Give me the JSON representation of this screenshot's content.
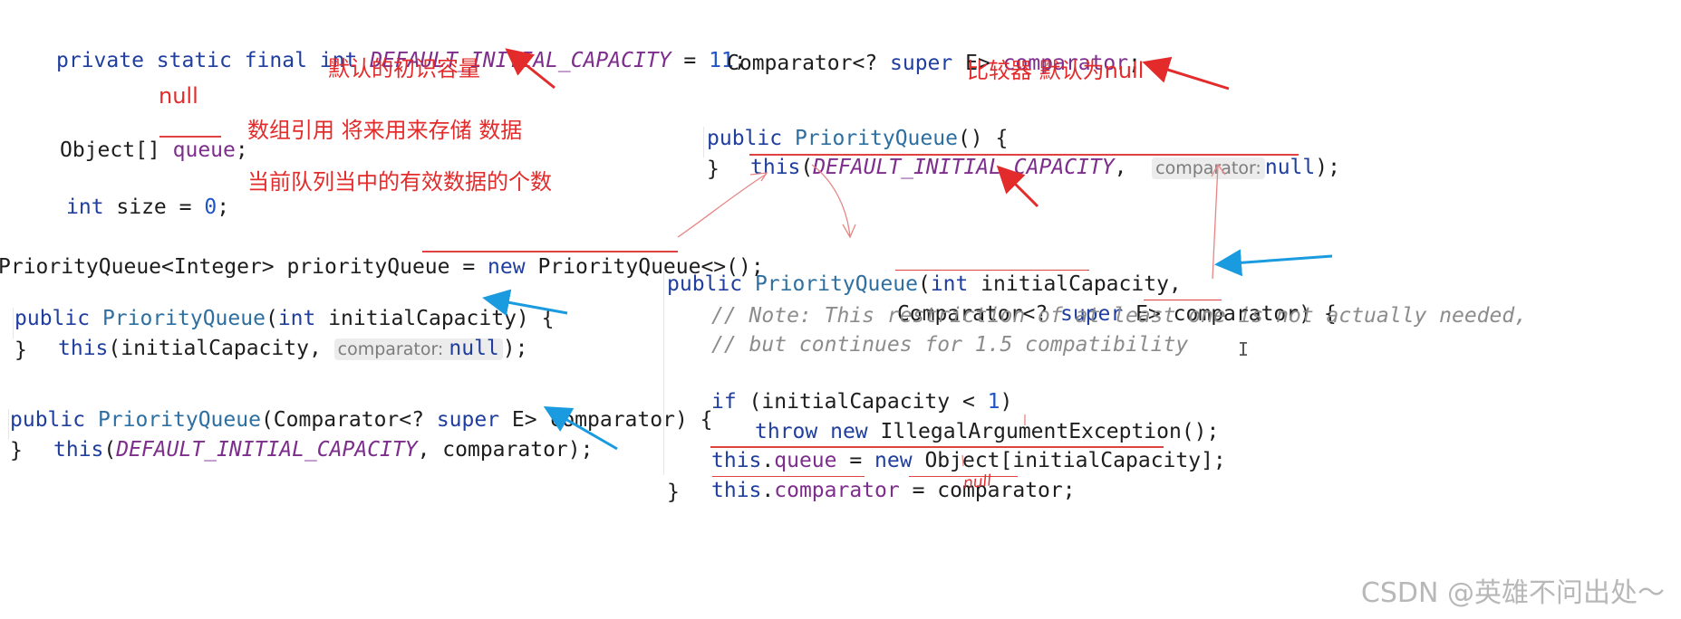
{
  "code": {
    "capacity_decl": {
      "prefix": "private static final int ",
      "name": "DEFAULT_INITIAL_CAPACITY",
      "eq": " = ",
      "value": "11",
      "end": ";"
    },
    "queue_decl": {
      "type": "Object[] ",
      "name": "queue",
      "end": ";"
    },
    "size_decl": {
      "kw": "int",
      "name": " size = ",
      "value": "0",
      "end": ";"
    },
    "usage": {
      "a": "PriorityQueue<Integer> priorityQueue = ",
      "kw": "new",
      "b": " PriorityQueue<>();"
    },
    "ctor_cap": {
      "kw": "public ",
      "name": "PriorityQueue",
      "a": "(",
      "kw2": "int",
      "b": " initialCapacity) {"
    },
    "ctor_cap_body": {
      "kw": "this",
      "a": "(initialCapacity, ",
      "hint": "comparator:",
      "sp": " ",
      "null": "null",
      "end": ");"
    },
    "ctor_cmp": {
      "kw": "public ",
      "name": "PriorityQueue",
      "a": "(Comparator<? ",
      "kw2": "super",
      "b": " E> comparator) {"
    },
    "ctor_cmp_body": {
      "kw": "this",
      "a": "(",
      "cst": "DEFAULT_INITIAL_CAPACITY",
      "b": ", comparator);"
    },
    "close": "}",
    "comparator_decl": {
      "a": "Comparator<? ",
      "kw": "super",
      "b": " E> ",
      "name": "comparator",
      "end": ";"
    },
    "ctor_default": {
      "kw": "public ",
      "name": "PriorityQueue",
      "end": "() {"
    },
    "ctor_default_body": {
      "kw": "this",
      "a": "(",
      "cst": "DEFAULT_INITIAL_CAPACITY",
      "b": ",  ",
      "hint": "comparator:",
      "null": "null",
      "end": ");"
    },
    "ctor_full1": {
      "kw": "public ",
      "name": "PriorityQueue",
      "a": "(",
      "kw2": "int",
      "b": " initialCapacity,"
    },
    "ctor_full2": {
      "a": "Comparator<? ",
      "kw": "super",
      "b": " E> comparator) {"
    },
    "comment1": "// Note: This restriction of at least one is not actually needed,",
    "comment2": "// but continues for 1.5 compatibility",
    "if_line": {
      "kw": "if",
      "a": " (initialCapacity < ",
      "num": "1",
      "end": ")"
    },
    "throw_line": {
      "kw": "throw",
      "sp": " ",
      "kw2": "new",
      "a": " IllegalArgumentException();"
    },
    "assign_queue": {
      "kw": "this",
      "dot": ".",
      "fld": "queue",
      "a": " = ",
      "kw2": "new",
      "b": " Object[initialCapacity];"
    },
    "assign_cmp": {
      "kw": "this",
      "dot": ".",
      "fld": "comparator",
      "a": " = comparator;"
    }
  },
  "notes": {
    "capacity": "默认的初识容量",
    "queue_null": "null",
    "queue": "数组引用 将来用来存储 数据",
    "size": "当前队列当中的有效数据的个数",
    "comparator": "比较器 默认为null",
    "scribble_null": "null"
  },
  "watermark": "CSDN @英雄不问出处～",
  "cursor": "I",
  "colors": {
    "annotation_red": "#e32b2b",
    "arrow_blue": "#1a9be0",
    "keyword": "#1f3e9e",
    "constant": "#7d2d8c"
  }
}
